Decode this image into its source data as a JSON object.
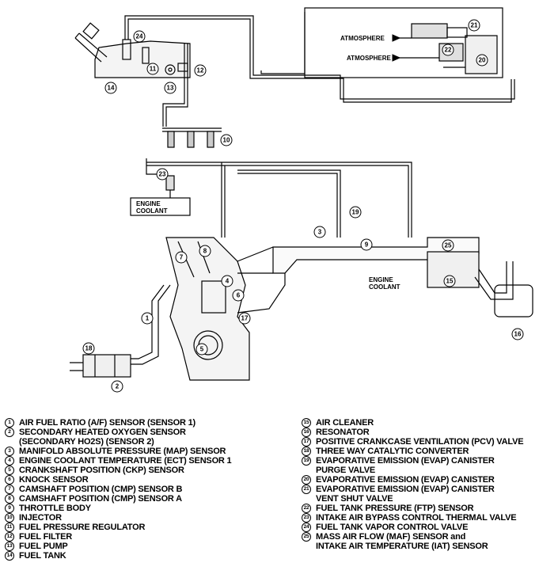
{
  "diagram_labels": {
    "atmosphere_top": "ATMOSPHERE",
    "atmosphere_bottom": "ATMOSPHERE",
    "engine_coolant_left": "ENGINE\nCOOLANT",
    "engine_coolant_right": "ENGINE\nCOOLANT"
  },
  "legend_left": [
    {
      "num": "1",
      "text": "AIR FUEL RATIO (A/F) SENSOR (SENSOR 1)"
    },
    {
      "num": "2",
      "text": "SECONDARY HEATED OXYGEN SENSOR\n(SECONDARY HO2S) (SENSOR 2)"
    },
    {
      "num": "3",
      "text": "MANIFOLD ABSOLUTE PRESSURE (MAP) SENSOR"
    },
    {
      "num": "4",
      "text": "ENGINE COOLANT TEMPERATURE (ECT) SENSOR 1"
    },
    {
      "num": "5",
      "text": "CRANKSHAFT POSITION (CKP) SENSOR"
    },
    {
      "num": "6",
      "text": "KNOCK SENSOR"
    },
    {
      "num": "7",
      "text": "CAMSHAFT POSITION (CMP) SENSOR B"
    },
    {
      "num": "8",
      "text": "CAMSHAFT POSITION (CMP) SENSOR A"
    },
    {
      "num": "9",
      "text": "THROTTLE BODY"
    },
    {
      "num": "10",
      "text": "INJECTOR"
    },
    {
      "num": "11",
      "text": "FUEL PRESSURE REGULATOR"
    },
    {
      "num": "12",
      "text": "FUEL FILTER"
    },
    {
      "num": "13",
      "text": "FUEL PUMP"
    },
    {
      "num": "14",
      "text": "FUEL TANK"
    }
  ],
  "legend_right": [
    {
      "num": "15",
      "text": "AIR CLEANER"
    },
    {
      "num": "16",
      "text": "RESONATOR"
    },
    {
      "num": "17",
      "text": "POSITIVE CRANKCASE VENTILATION (PCV) VALVE"
    },
    {
      "num": "18",
      "text": "THREE WAY CATALYTIC CONVERTER"
    },
    {
      "num": "19",
      "text": "EVAPORATIVE EMISSION (EVAP) CANISTER\nPURGE VALVE"
    },
    {
      "num": "20",
      "text": "EVAPORATIVE EMISSION (EVAP) CANISTER"
    },
    {
      "num": "21",
      "text": "EVAPORATIVE EMISSION (EVAP) CANISTER\nVENT SHUT VALVE"
    },
    {
      "num": "22",
      "text": "FUEL TANK PRESSURE (FTP) SENSOR"
    },
    {
      "num": "23",
      "text": "INTAKE AIR BYPASS CONTROL THERMAL VALVE"
    },
    {
      "num": "24",
      "text": "FUEL TANK VAPOR CONTROL VALVE"
    },
    {
      "num": "25",
      "text": "MASS AIR FLOW (MAF) SENSOR and\nINTAKE AIR TEMPERATURE (IAT) SENSOR"
    }
  ]
}
